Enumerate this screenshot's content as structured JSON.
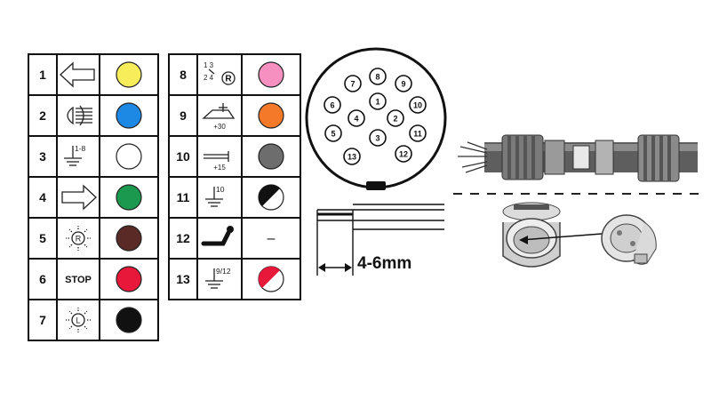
{
  "pin_table_left": [
    {
      "num": "1",
      "symbol": "left-arrow",
      "color": "#f7ec5a",
      "label": ""
    },
    {
      "num": "2",
      "symbol": "fog-lamp",
      "color": "#1e88e5",
      "label": ""
    },
    {
      "num": "3",
      "symbol": "ground",
      "color": "#ffffff",
      "label": "1-8"
    },
    {
      "num": "4",
      "symbol": "right-arrow",
      "color": "#1b9a4f",
      "label": ""
    },
    {
      "num": "5",
      "symbol": "reverse-lamp",
      "color": "#5a2a26",
      "label": "R"
    },
    {
      "num": "6",
      "symbol": "stop-text",
      "color": "#e8183a",
      "label": "STOP"
    },
    {
      "num": "7",
      "symbol": "left-lamp",
      "color": "#111111",
      "label": "L"
    }
  ],
  "pin_table_right": [
    {
      "num": "8",
      "symbol": "reverse-switch",
      "color": "#f590c0",
      "label": "R",
      "sub": [
        "1 3",
        "2 4"
      ]
    },
    {
      "num": "9",
      "symbol": "battery-plus",
      "color": "#f47a2a",
      "label": "+30"
    },
    {
      "num": "10",
      "symbol": "ignition",
      "color": "#6d6d6d",
      "label": "+15"
    },
    {
      "num": "11",
      "symbol": "ground",
      "color": "split",
      "label": "10"
    },
    {
      "num": "12",
      "symbol": "towbar",
      "color": "none",
      "label": "–"
    },
    {
      "num": "13",
      "symbol": "ground",
      "color": "split-red",
      "label": "9/12"
    }
  ],
  "connector_pins": [
    "1",
    "2",
    "3",
    "4",
    "5",
    "6",
    "7",
    "8",
    "9",
    "10",
    "11",
    "12",
    "13"
  ],
  "strip_label": "4-6mm"
}
